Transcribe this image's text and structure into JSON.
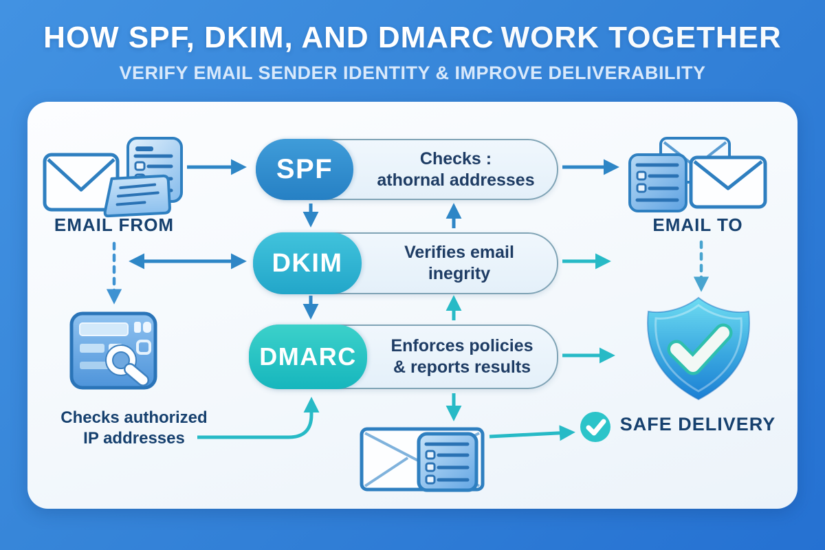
{
  "header": {
    "title_strong": "HOW SPF, DKIM, AND DMARC",
    "title_rest": "WORK TOGETHER",
    "subtitle": "VERIFY EMAIL SENDER IDENTITY & IMPROVE DELIVERABILITY"
  },
  "flow": {
    "source": {
      "label": "EMAIL FROM"
    },
    "rows": [
      {
        "name": "SPF",
        "desc1": "Checks :",
        "desc2": "athornal addresses",
        "pill_color": "#2e8bcd"
      },
      {
        "name": "DKIM",
        "desc1": "Verifies email",
        "desc2": "inegrity",
        "pill_color": "#30b9d6"
      },
      {
        "name": "DMARC",
        "desc1": "Enforces policies",
        "desc2": "& reports results",
        "pill_color": "#28c6c3"
      }
    ],
    "destination": {
      "label": "EMAIL TO"
    },
    "ip_check": {
      "line1": "Checks authorized",
      "line2": "IP addresses"
    },
    "result": {
      "label": "SAFE DELIVERY"
    }
  },
  "icons": [
    "envelope-icon",
    "document-list-icon",
    "postage-card-icon",
    "ip-settings-search-icon",
    "shield-check-icon",
    "check-circle-icon"
  ],
  "colors": {
    "background_top": "#4292e2",
    "background_bottom": "#2571d2",
    "card": "#f5f9fd",
    "arrow_blue": "#2e86c6",
    "arrow_teal": "#27bac6",
    "navy_text": "#16406e",
    "row_fill": "#e9f3fb",
    "row_border": "#7fa3b5"
  }
}
